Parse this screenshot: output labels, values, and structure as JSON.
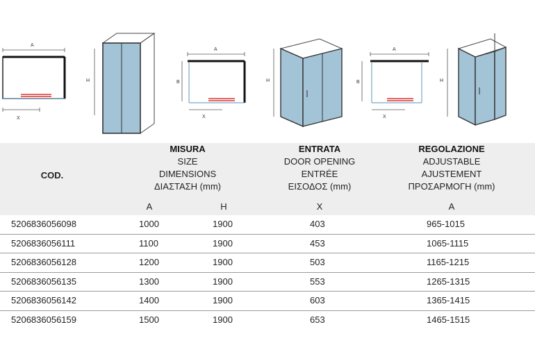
{
  "diagrams": {
    "dim_a": "A",
    "dim_b": "B",
    "dim_h": "H",
    "dim_x": "X"
  },
  "table": {
    "code_header": "COD.",
    "groups": [
      {
        "lines": [
          "MISURA",
          "SIZE",
          "DIMENSIONS",
          "ΔΙΑΣΤΑΣΗ (mm)"
        ]
      },
      {
        "lines": [
          "ENTRATA",
          "DOOR OPENING",
          "ENTRÉE",
          "ΕΙΣΟΔΟΣ (mm)"
        ]
      },
      {
        "lines": [
          "REGOLAZIONE",
          "ADJUSTABLE",
          "AJUSTEMENT",
          "ΠΡΟΣΑΡΜΟΓΗ (mm)"
        ]
      }
    ],
    "subheaders": {
      "a": "A",
      "h": "H",
      "x": "X",
      "adj": "A"
    },
    "rows": [
      {
        "code": "5206836056098",
        "a": "1000",
        "h": "1900",
        "x": "403",
        "adj": "965-1015"
      },
      {
        "code": "5206836056111",
        "a": "1100",
        "h": "1900",
        "x": "453",
        "adj": "1065-1115"
      },
      {
        "code": "5206836056128",
        "a": "1200",
        "h": "1900",
        "x": "503",
        "adj": "1165-1215"
      },
      {
        "code": "5206836056135",
        "a": "1300",
        "h": "1900",
        "x": "553",
        "adj": "1265-1315"
      },
      {
        "code": "5206836056142",
        "a": "1400",
        "h": "1900",
        "x": "603",
        "adj": "1365-1415"
      },
      {
        "code": "5206836056159",
        "a": "1500",
        "h": "1900",
        "x": "653",
        "adj": "1465-1515"
      }
    ]
  }
}
